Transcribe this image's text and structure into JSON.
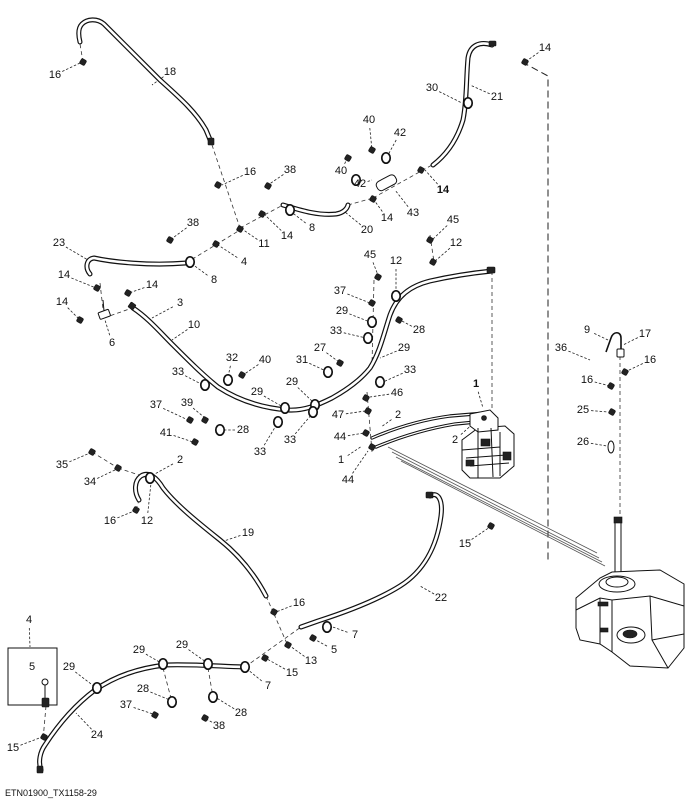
{
  "figure": {
    "id": "ETN01900_TX1158-29"
  },
  "callouts": [
    "16",
    "18",
    "14",
    "30",
    "21",
    "40",
    "42",
    "40",
    "42",
    "16",
    "38",
    "14",
    "14",
    "43",
    "14",
    "8",
    "20",
    "11",
    "38",
    "45",
    "12",
    "23",
    "4",
    "8",
    "45",
    "12",
    "14",
    "14",
    "37",
    "14",
    "3",
    "29",
    "28",
    "10",
    "6",
    "33",
    "9",
    "17",
    "36",
    "16",
    "27",
    "29",
    "32",
    "40",
    "31",
    "33",
    "33",
    "16",
    "29",
    "29",
    "1",
    "46",
    "37",
    "39",
    "47",
    "2",
    "25",
    "28",
    "41",
    "33",
    "33",
    "44",
    "2",
    "26",
    "1",
    "35",
    "2",
    "34",
    "44",
    "16",
    "12",
    "19",
    "15",
    "22",
    "16",
    "4",
    "7",
    "5",
    "29",
    "29",
    "13",
    "5",
    "29",
    "15",
    "7",
    "28",
    "37",
    "28",
    "38",
    "24",
    "15"
  ]
}
